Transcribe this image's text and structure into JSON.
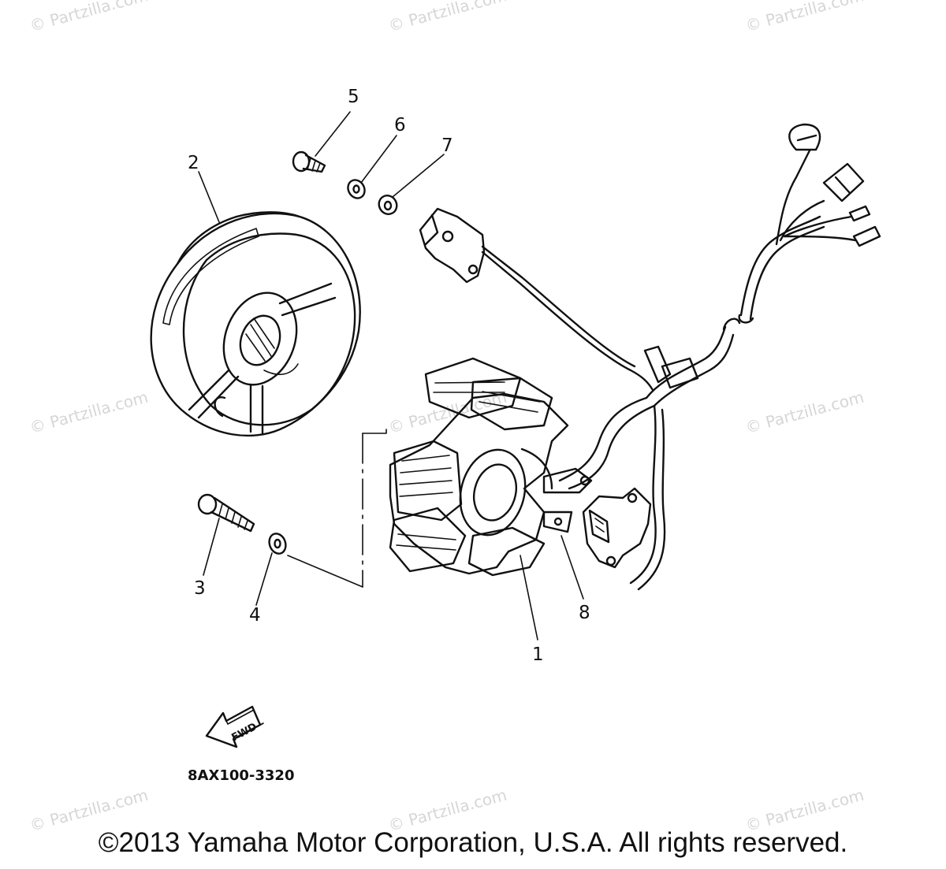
{
  "watermark": "© Partzilla.com",
  "callouts": {
    "c1": "1",
    "c2": "2",
    "c3": "3",
    "c4": "4",
    "c5": "5",
    "c6": "6",
    "c7": "7",
    "c8": "8"
  },
  "fwd_label": "FWD",
  "diagram_code": "8AX100-3320",
  "copyright": "©2013 Yamaha Motor Corporation, U.S.A. All rights reserved."
}
